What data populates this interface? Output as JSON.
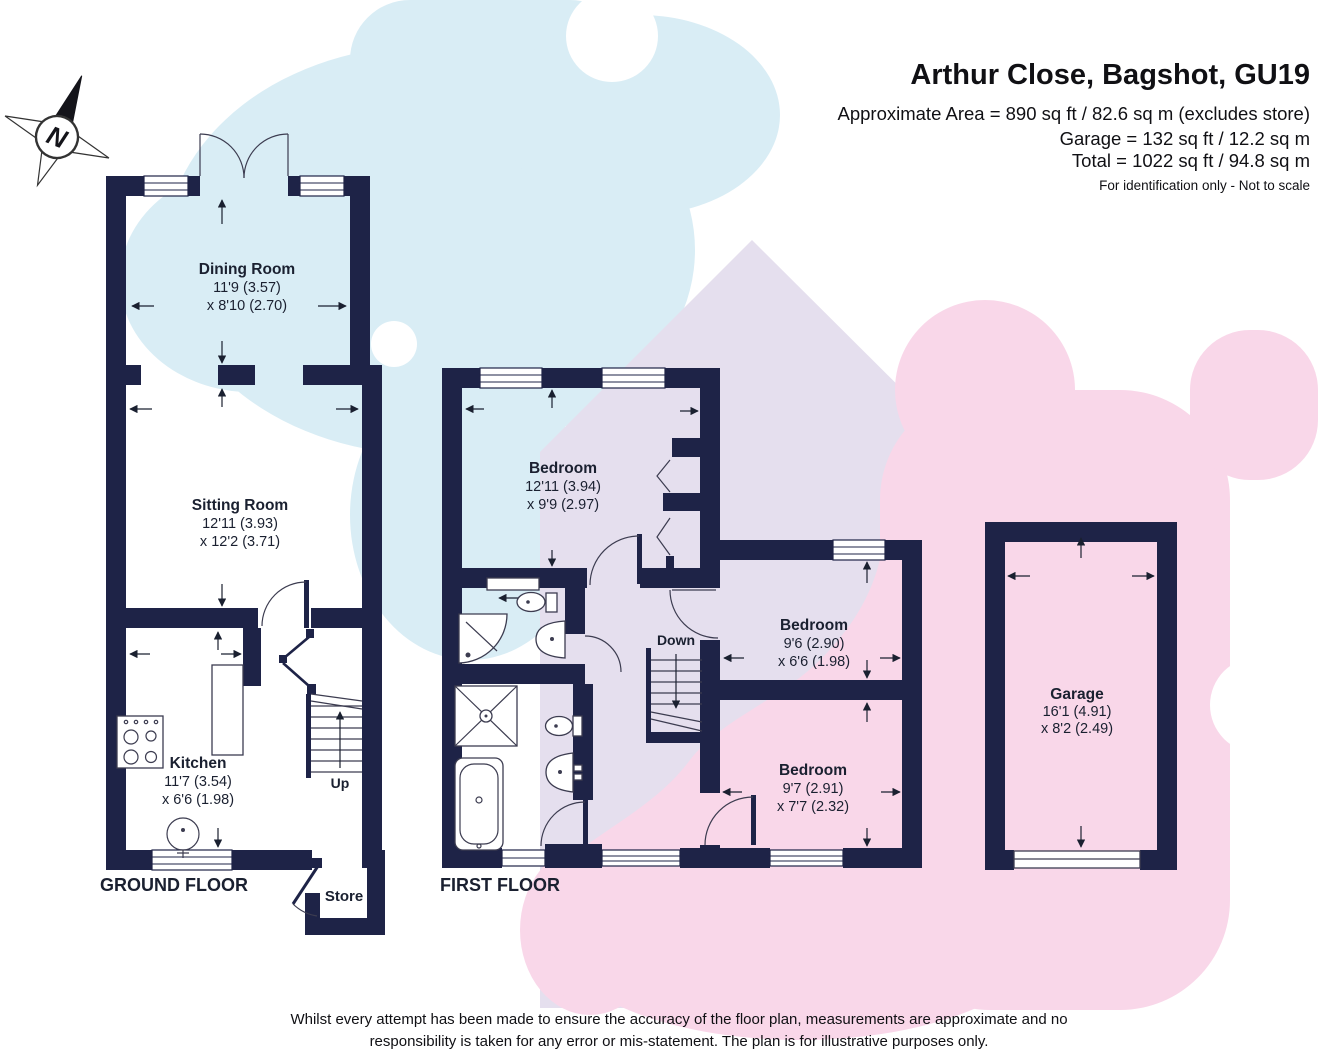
{
  "header": {
    "title": "Arthur Close, Bagshot, GU19",
    "area_lines": [
      "Approximate Area = 890 sq ft / 82.6 sq m (excludes store)",
      "Garage = 132 sq ft / 12.2 sq m",
      "Total = 1022 sq ft / 94.8 sq m"
    ],
    "note": "For identification only - Not to scale"
  },
  "compass": {
    "north_label": "N"
  },
  "ground_floor": {
    "label": "GROUND FLOOR",
    "dining_room": {
      "name": "Dining Room",
      "dim1": "11'9 (3.57)",
      "dim2": "x 8'10 (2.70)"
    },
    "sitting_room": {
      "name": "Sitting Room",
      "dim1": "12'11 (3.93)",
      "dim2": "x 12'2 (3.71)"
    },
    "kitchen": {
      "name": "Kitchen",
      "dim1": "11'7 (3.54)",
      "dim2": "x 6'6 (1.98)"
    },
    "store": {
      "name": "Store"
    },
    "stairs_label": "Up"
  },
  "first_floor": {
    "label": "FIRST FLOOR",
    "bedroom1": {
      "name": "Bedroom",
      "dim1": "12'11 (3.94)",
      "dim2": "x 9'9 (2.97)"
    },
    "bedroom2": {
      "name": "Bedroom",
      "dim1": "9'6 (2.90)",
      "dim2": "x 6'6 (1.98)"
    },
    "bedroom3": {
      "name": "Bedroom",
      "dim1": "9'7 (2.91)",
      "dim2": "x 7'7 (2.32)"
    },
    "stairs_label": "Down"
  },
  "garage": {
    "name": "Garage",
    "dim1": "16'1 (4.91)",
    "dim2": "x 8'2 (2.49)"
  },
  "footer": {
    "line1": "Whilst every attempt has been made to ensure the accuracy of the floor plan, measurements are approximate and no",
    "line2": "responsibility is taken for any error or mis-statement. The plan is for illustrative purposes only."
  },
  "colors": {
    "wall": "#1e2347",
    "puzzle_blue": "#d9edf5",
    "puzzle_lavender": "#e5dfee",
    "puzzle_pink": "#f9d7e9",
    "label_text": "#1a2030"
  }
}
